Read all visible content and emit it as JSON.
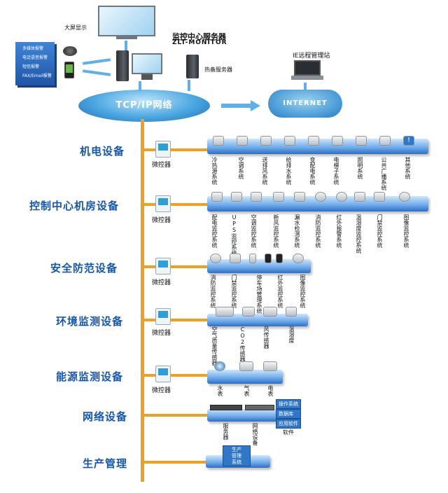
{
  "top": {
    "big_screen_label": "大屏显示",
    "monitor_title": "监控中心服务器",
    "monitor_subtitle": "ZLT-MONITOR",
    "hot_server_label": "热备服务器",
    "ie_station_label": "IE远程管理站",
    "alerts": [
      "多媒体报警",
      "电话语音报警",
      "短信报警",
      "FAX/Email报警"
    ],
    "tcp_label": "TCP/IP网络",
    "internet_label": "INTERNET"
  },
  "controller_label": "微控器",
  "categories": [
    {
      "label": "机电设备",
      "devices": [
        "冷热源系统",
        "空调系统",
        "送排风系统",
        "给排水系统",
        "变配电系统",
        "电梯子系统",
        "照明系统",
        "公共广播系统",
        "其他系统"
      ]
    },
    {
      "label": "控制中心机房设备",
      "devices": [
        "配电监控系统",
        "UPS监控系统",
        "空调监控系统",
        "新风监控系统",
        "漏水检测系统",
        "消防监控系统",
        "红外报警系统",
        "温湿度监控系统",
        "门禁监控系统",
        "图像监控系统"
      ]
    },
    {
      "label": "安全防范设备",
      "devices": [
        "消防监控系统",
        "门禁监控系统",
        "停车场管理系统",
        "红外监控系统",
        "图像监控系统"
      ]
    },
    {
      "label": "环境监测设备",
      "devices": [
        "空气质量传感器",
        "CO2传感器",
        "风传感器",
        "温湿度"
      ]
    },
    {
      "label": "能源监测设备",
      "devices": [
        "水表",
        "气表",
        "电表"
      ]
    },
    {
      "label": "网络设备",
      "devices": [
        "服务器",
        "网络设备",
        "软件"
      ],
      "software": [
        "操作系统",
        "数据库",
        "应用软件"
      ]
    },
    {
      "label": "生产管理",
      "box_lines": [
        "生产",
        "管理",
        "系统"
      ]
    }
  ]
}
